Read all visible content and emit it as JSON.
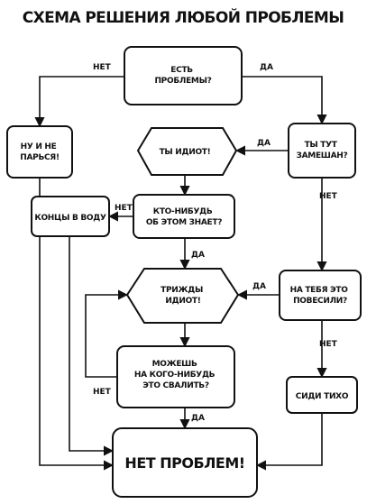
{
  "title": "СХЕМА РЕШЕНИЯ ЛЮБОЙ ПРОБЛЕМЫ",
  "nodes": {
    "problems": [
      "ЕСТЬ",
      "ПРОБЛЕМЫ?"
    ],
    "dont_worry": [
      "НУ И НЕ",
      "ПАРЬСЯ!"
    ],
    "messed_up": [
      "ТЫ ТУТ",
      "ЗАМЕШАН?"
    ],
    "idiot": [
      "ТЫ ИДИОТ!"
    ],
    "anyone_knows": [
      "КТО-НИБУДЬ",
      "ОБ ЭТОМ ЗНАЕТ?"
    ],
    "hide": [
      "КОНЦЫ В ВОДУ"
    ],
    "blame_you": [
      "НА ТЕБЯ ЭТО",
      "ПОВЕСИЛИ?"
    ],
    "triple_idiot": [
      "ТРИЖДЫ",
      "ИДИОТ!"
    ],
    "blame_other": [
      "МОЖЕШЬ",
      "НА КОГО-НИБУДЬ",
      "ЭТО СВАЛИТЬ?"
    ],
    "sit_quiet": [
      "СИДИ ТИХО"
    ],
    "no_problem": [
      "НЕТ ПРОБЛЕМ!"
    ]
  },
  "edge_labels": {
    "problems_no": "НЕТ",
    "problems_yes": "ДА",
    "messed_yes": "ДА",
    "messed_no": "НЕТ",
    "knows_no": "НЕТ",
    "knows_yes": "ДА",
    "blamed_yes": "ДА",
    "blamed_no": "НЕТ",
    "other_no": "НЕТ",
    "other_yes": "ДА"
  }
}
